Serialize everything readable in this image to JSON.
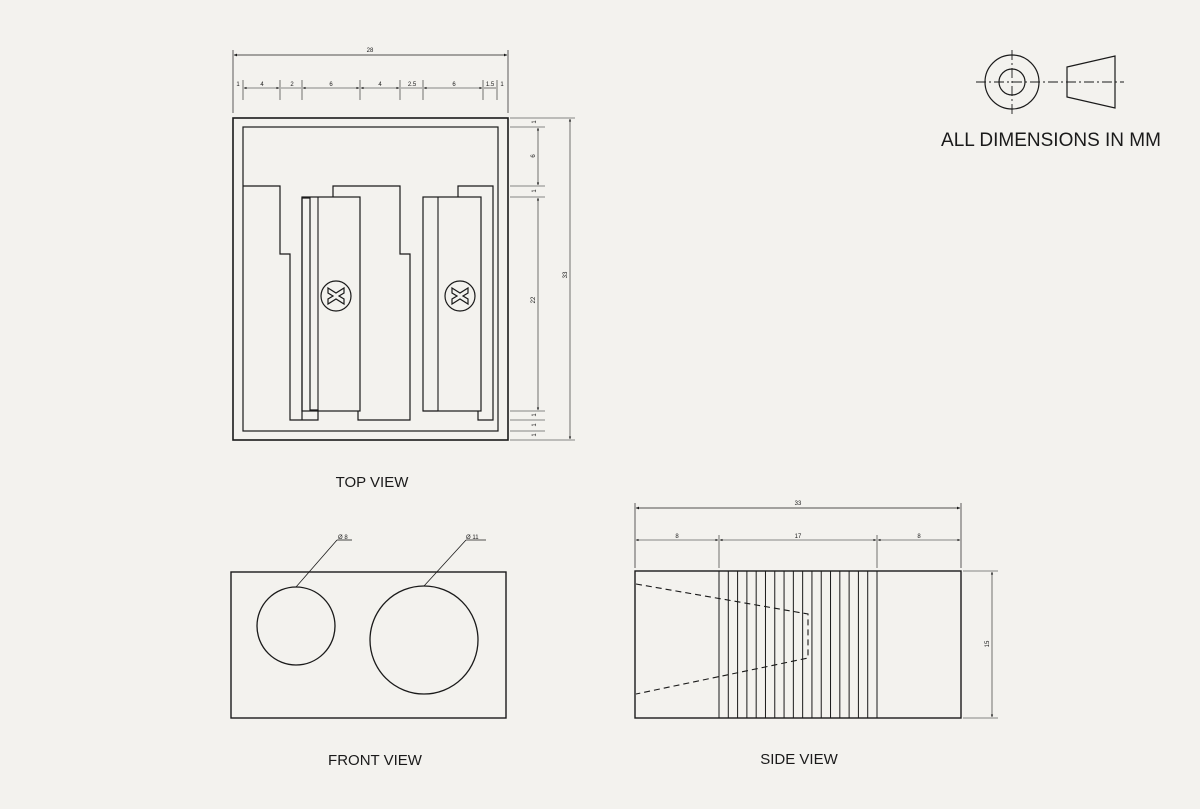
{
  "note": "ALL DIMENSIONS IN MM",
  "views": {
    "top": "TOP VIEW",
    "front": "FRONT VIEW",
    "side": "SIDE VIEW"
  },
  "dims": {
    "top_overall": "28",
    "top_row": [
      "1",
      "4",
      "2",
      "6",
      "4",
      "2.5",
      "6",
      "1.5",
      "1"
    ],
    "top_right": [
      "1",
      "6",
      "1",
      "22",
      "1",
      "1",
      "1"
    ],
    "top_height": "33",
    "front_hole_small": "Ø 8",
    "front_hole_large": "Ø 11",
    "side_overall": "33",
    "side_row": [
      "8",
      "17",
      "8"
    ],
    "side_height": "15"
  },
  "symbol": "third-angle-projection-icon"
}
